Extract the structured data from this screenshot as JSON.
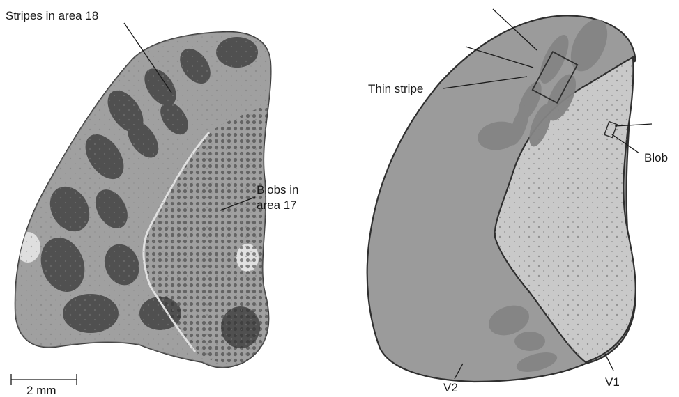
{
  "left_panel": {
    "labels": {
      "stripes": "Stripes in area 18",
      "blobs_line1": "Blobs in",
      "blobs_line2": "area 17",
      "scale": "2 mm"
    }
  },
  "right_panel": {
    "labels": {
      "thin_stripe": "Thin stripe",
      "blob": "Blob",
      "v2": "V2",
      "v1": "V1"
    }
  },
  "colors": {
    "v2_fill": "#9b9b9b",
    "v1_fill": "#c9c9c9",
    "stripe_fill": "#848484",
    "outline": "#2f2f2f",
    "tissue_light": "#b4b4b4",
    "tissue_dark": "#3a3a3a"
  }
}
